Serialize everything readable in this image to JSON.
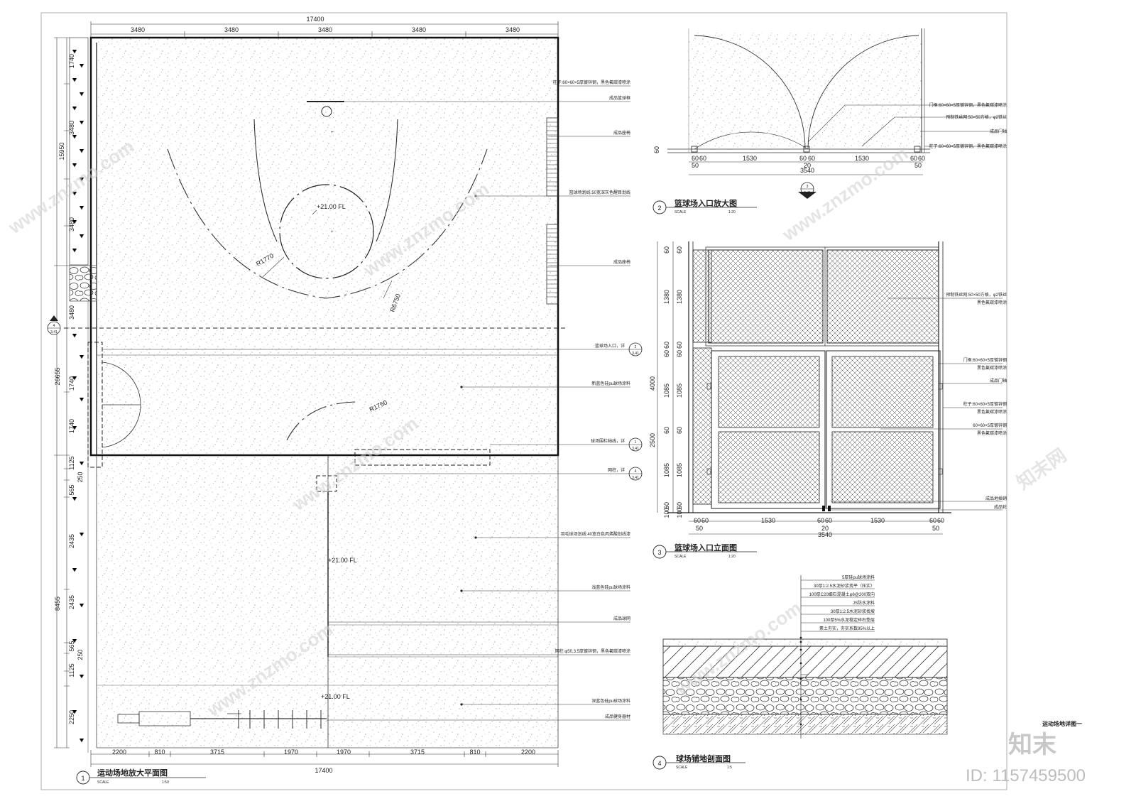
{
  "plan": {
    "total_width": "17400",
    "top_segments": [
      "3480",
      "3480",
      "3480",
      "3480",
      "3480"
    ],
    "bottom_segments": [
      "2200",
      "810",
      "3715",
      "1970",
      "1970",
      "3715",
      "810",
      "2200"
    ],
    "left_outer": [
      "15950",
      "26655",
      "8455"
    ],
    "left_inner_top": [
      "1740",
      "3480",
      "3480",
      "3480",
      "1740",
      "1740"
    ],
    "left_inner_bottom": [
      "1125",
      "250",
      "565",
      "2435",
      "2435",
      "565",
      "250",
      "1125",
      "2250"
    ],
    "level_marks": [
      "+21.00 FL",
      "+21.00 FL",
      "+21.00 FL"
    ],
    "radius_labels": [
      "R1770",
      "R6750",
      "R1750"
    ],
    "notes": [
      "柱子:60×60×5厚镀锌钢，黑色氟碳漆喷涂",
      "成品篮球框",
      "成品座椅",
      "篮球场划线:50宽深灰色醒目划线",
      "成品座椅",
      "篮球场入口，详",
      "新蓝色硅pu球场涂料",
      "球场围栏轴线，详",
      "网柱，详",
      "羽毛球场划线:40宽白色丙烯酸划线漆",
      "浅蓝色硅pu球场涂料",
      "成品球网",
      "网柱:φ50,3.5厚镀锌钢，黑色氟碳漆喷涂",
      "深蓝色硅pu球场涂料",
      "成品健身器材"
    ],
    "callouts": [
      {
        "num": "2",
        "sheet": "3.41"
      },
      {
        "num": "1",
        "sheet": "3.41"
      },
      {
        "num": "4",
        "sheet": "3.41"
      }
    ],
    "section_marker": {
      "num": "4",
      "sheet": "3.41"
    },
    "title_num": "1",
    "title": "运动场地放大平面图",
    "scale_label": "SCALE",
    "scale_value": "1:50"
  },
  "entry_plan": {
    "dims_top": [
      "60",
      "60",
      "1530",
      "60",
      "60",
      "1530",
      "60",
      "60"
    ],
    "dims_sub": [
      "50",
      "20",
      "50"
    ],
    "total": "3540",
    "side_dim": "60",
    "notes": [
      "门框:60×60×5厚镀锌钢，黑色氟碳漆喷涂",
      "预制铁丝网:50×50方格，φ2铁丝",
      "成品门轴",
      "柱子:60×60×5厚镀锌钢，黑色氟碳漆喷涂"
    ],
    "marker": {
      "num": "3",
      "sheet": "3.41"
    },
    "title_num": "2",
    "title": "篮球场入口放大图",
    "scale_label": "SCALE",
    "scale_value": "1:20"
  },
  "elevation": {
    "left_dims": [
      "60",
      "1380",
      "60",
      "60",
      "1085",
      "60",
      "1085",
      "60",
      "100"
    ],
    "left_dims2": [
      "60",
      "1380",
      "60",
      "60",
      "1085",
      "60",
      "1085",
      "60",
      "100"
    ],
    "outer_dims": [
      "4000",
      "2500"
    ],
    "bottom_dims": [
      "60",
      "60",
      "1530",
      "60",
      "60",
      "1530",
      "60",
      "60"
    ],
    "bottom_sub": [
      "50",
      "20",
      "50"
    ],
    "total": "3540",
    "notes": [
      "预制铁丝网:50×50方格，φ2铁丝",
      "黑色氟碳漆喷涂",
      "门框:60×60×5厚镀锌钢",
      "黑色氟碳漆喷涂",
      "成品门轴",
      "柱子:60×60×5厚镀锌钢",
      "黑色氟碳漆喷涂",
      "60×60×5厚镀锌钢",
      "黑色氟碳漆喷涂",
      "成品地插销",
      "成品轮"
    ],
    "title_num": "3",
    "title": "篮球场入口立面图",
    "scale_label": "SCALE",
    "scale_value": "1:20"
  },
  "section": {
    "layers": [
      "5厚硅pu球场涂料",
      "30厚1:2.5水泥砂浆找平（压实）",
      "100厚C20细石混凝土φ6@200双向",
      "JS防水涂料",
      "30厚1:2.5水泥砂浆找坡",
      "100厚5%水泥稳定碎石垫层",
      "素土夯实，夯实系数95%以上"
    ],
    "title_num": "4",
    "title": "球场铺地剖面图",
    "scale_label": "SCALE",
    "scale_value": "1:5"
  },
  "sheet_title": "运动场地详图一",
  "watermark": {
    "text": "www.znzmo.com",
    "text2": "知末网",
    "brand": "知末",
    "id": "ID: 1157459500"
  }
}
